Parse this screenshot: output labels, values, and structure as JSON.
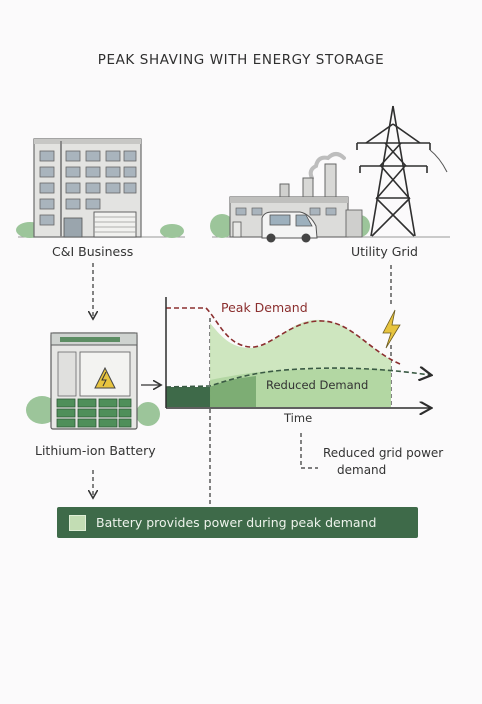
{
  "title": "PEAK SHAVING WITH ENERGY STORAGE",
  "labels": {
    "business": "C&I Business",
    "grid": "Utility Grid",
    "battery": "Lithium-ion Battery",
    "reduced_grid": "Reduced grid power",
    "reduced_grid_2": "demand"
  },
  "chart_data": {
    "type": "area",
    "series": [
      {
        "name": "Peak Demand"
      },
      {
        "name": "Reduced Demand"
      }
    ],
    "xlabel": "Time",
    "ylabel": ""
  },
  "legend": {
    "text": "Battery provides power during peak demand"
  },
  "colors": {
    "peak_line": "#8b2f2f",
    "reduced_line": "#3a5a44",
    "battery_fill": "#c9e3b8",
    "grid_fill": "#3e6a49",
    "legend_bg": "#3e6a49",
    "lightning": "#e7c43f"
  },
  "icons": {
    "business": "office-building-icon",
    "factory": "factory-icon",
    "tower": "transmission-tower-icon",
    "battery": "battery-cabinet-icon",
    "lightning": "lightning-icon"
  }
}
